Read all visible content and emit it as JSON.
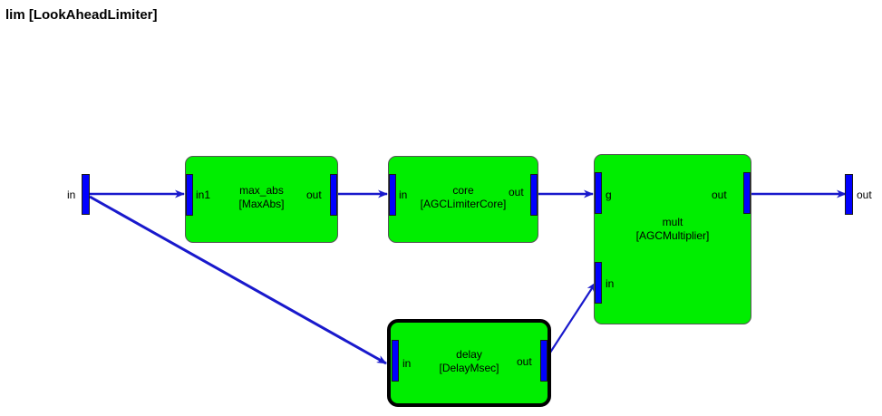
{
  "diagram": {
    "title": "lim [LookAheadLimiter]",
    "colors": {
      "block_fill": "#00ee00",
      "port_fill": "#0000ff",
      "wire": "#1919cc",
      "selected_border": "#000000",
      "background": "#ffffff"
    },
    "io_ports": [
      {
        "id": "input-in",
        "label": "in"
      },
      {
        "id": "output-out",
        "label": "out"
      }
    ],
    "blocks": [
      {
        "id": "max_abs",
        "name": "max_abs",
        "type": "[MaxAbs]",
        "selected": false,
        "inputs": [
          {
            "label": "in1"
          }
        ],
        "outputs": [
          {
            "label": "out"
          }
        ]
      },
      {
        "id": "core",
        "name": "core",
        "type": "[AGCLimiterCore]",
        "selected": false,
        "inputs": [
          {
            "label": "in"
          }
        ],
        "outputs": [
          {
            "label": "out"
          }
        ]
      },
      {
        "id": "mult",
        "name": "mult",
        "type": "[AGCMultiplier]",
        "selected": false,
        "inputs": [
          {
            "label": "g"
          },
          {
            "label": "in"
          }
        ],
        "outputs": [
          {
            "label": "out"
          }
        ]
      },
      {
        "id": "delay",
        "name": "delay",
        "type": "[DelayMsec]",
        "selected": true,
        "inputs": [
          {
            "label": "in"
          }
        ],
        "outputs": [
          {
            "label": "out"
          }
        ]
      }
    ],
    "connections": [
      {
        "from": "in",
        "to": "max_abs.in1"
      },
      {
        "from": "in",
        "to": "delay.in"
      },
      {
        "from": "max_abs.out",
        "to": "core.in"
      },
      {
        "from": "core.out",
        "to": "mult.g"
      },
      {
        "from": "delay.out",
        "to": "mult.in"
      },
      {
        "from": "mult.out",
        "to": "out"
      }
    ]
  }
}
